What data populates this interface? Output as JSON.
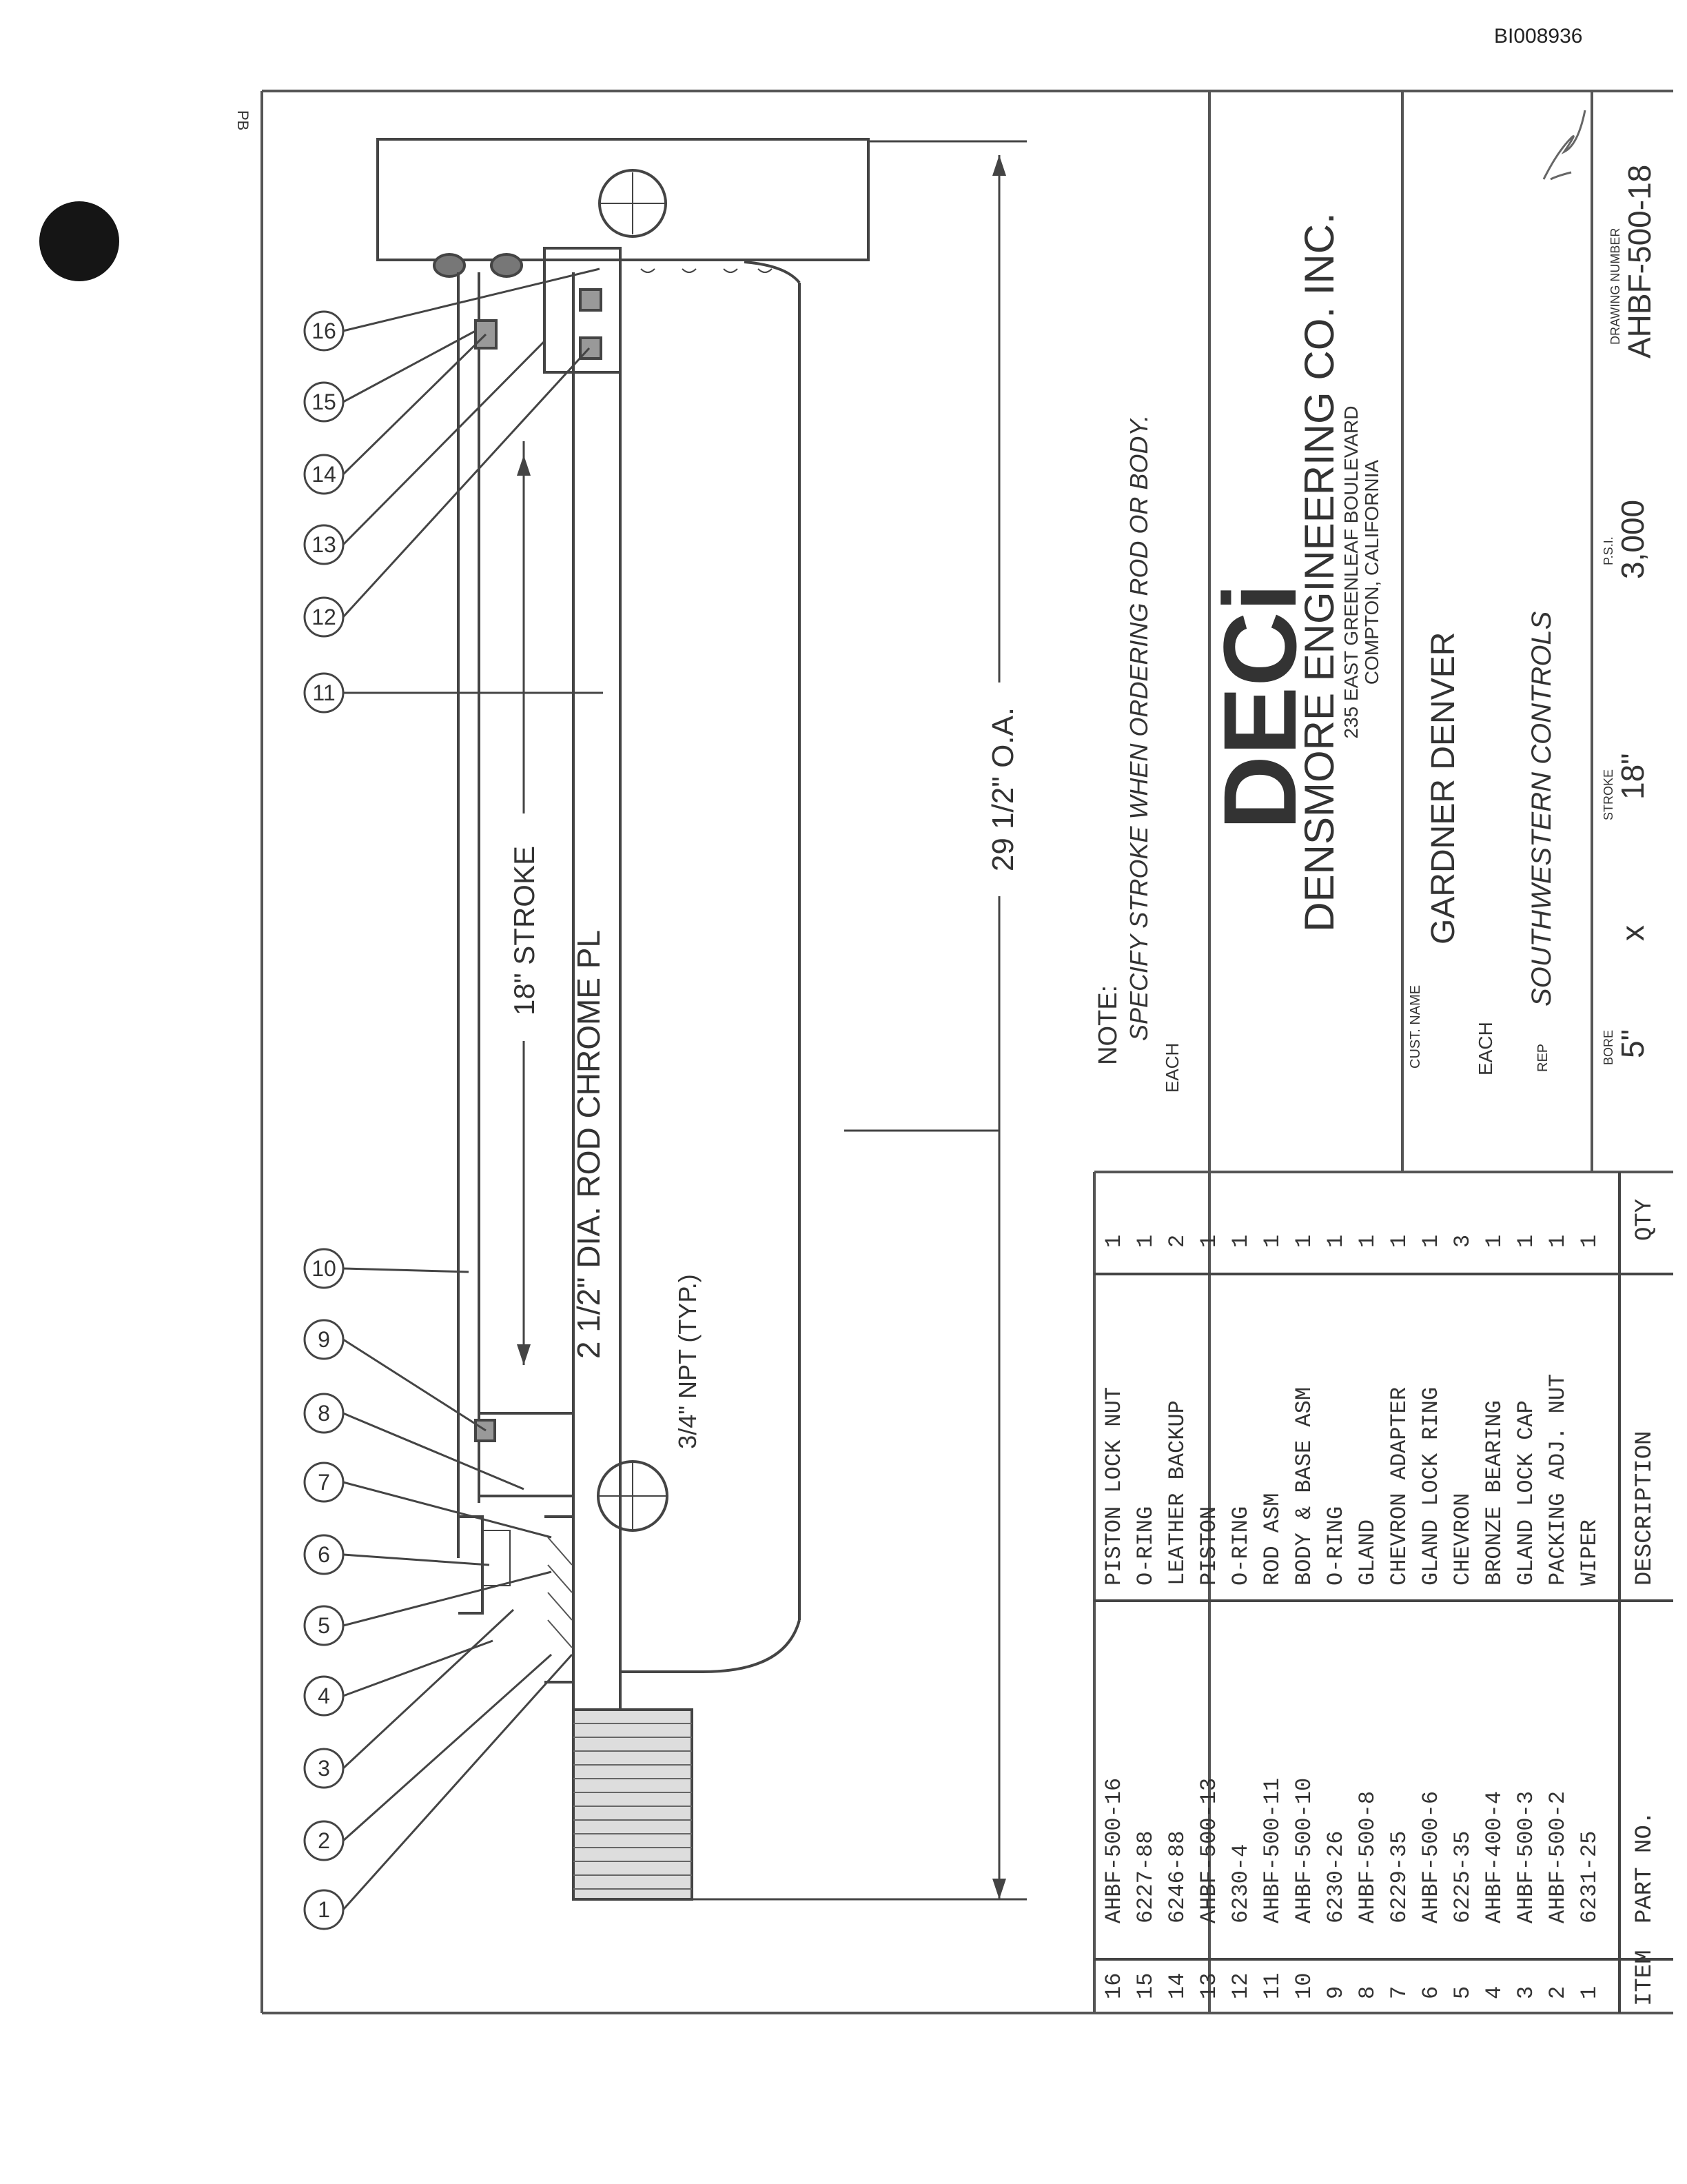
{
  "doc_id": "BI008936",
  "corner_mark": "PB",
  "drawing": {
    "labels": {
      "stroke": "18\" STROKE",
      "rod": "2 1/2\" DIA. ROD   CHROME PL",
      "npt": "3/4\" NPT (TYP.)",
      "overall": "29 1/2\" O.A."
    },
    "balloons": [
      "1",
      "2",
      "3",
      "4",
      "5",
      "6",
      "7",
      "8",
      "9",
      "10",
      "11",
      "12",
      "13",
      "14",
      "15",
      "16"
    ]
  },
  "note": {
    "title": "NOTE:",
    "text": "SPECIFY STROKE WHEN ORDERING ROD OR BODY.",
    "each": "EACH"
  },
  "company": {
    "logo": "DECi",
    "name": "DENSMORE ENGINEERING CO. INC.",
    "address": "235 EAST GREENLEAF BOULEVARD",
    "city": "COMPTON, CALIFORNIA"
  },
  "title_block": {
    "cust_name_label": "CUST. NAME",
    "cust_name": "GARDNER DENVER",
    "each": "EACH",
    "rep_label": "REP",
    "rep": "SOUTHWESTERN CONTROLS",
    "bore_label": "BORE",
    "bore": "5\"",
    "x": "x",
    "stroke_label": "STROKE",
    "stroke": "18\"",
    "psi_label": "P.S.I.",
    "psi": "3,000",
    "drawing_number_label": "DRAWING NUMBER",
    "drawing_number": "AHBF-500-18"
  },
  "parts_table": {
    "headers": {
      "item": "ITEM",
      "part_no": "PART NO.",
      "description": "DESCRIPTION",
      "qty": "QTY"
    },
    "rows": [
      {
        "item": "16",
        "part_no": "AHBF-500-16",
        "description": "PISTON LOCK NUT",
        "qty": "1"
      },
      {
        "item": "15",
        "part_no": "6227-88",
        "description": "O-RING",
        "qty": "1"
      },
      {
        "item": "14",
        "part_no": "6246-88",
        "description": "LEATHER BACKUP",
        "qty": "2"
      },
      {
        "item": "13",
        "part_no": "AHBF-500-13",
        "description": "PISTON",
        "qty": "1"
      },
      {
        "item": "12",
        "part_no": "6230-4",
        "description": "O-RING",
        "qty": "1"
      },
      {
        "item": "11",
        "part_no": "AHBF-500-11",
        "description": "ROD ASM",
        "qty": "1"
      },
      {
        "item": "10",
        "part_no": "AHBF-500-10",
        "description": "BODY & BASE ASM",
        "qty": "1"
      },
      {
        "item": "9",
        "part_no": "6230-26",
        "description": "O-RING",
        "qty": "1"
      },
      {
        "item": "8",
        "part_no": "AHBF-500-8",
        "description": "GLAND",
        "qty": "1"
      },
      {
        "item": "7",
        "part_no": "6229-35",
        "description": "CHEVRON ADAPTER",
        "qty": "1"
      },
      {
        "item": "6",
        "part_no": "AHBF-500-6",
        "description": "GLAND LOCK RING",
        "qty": "1"
      },
      {
        "item": "5",
        "part_no": "6225-35",
        "description": "CHEVRON",
        "qty": "3"
      },
      {
        "item": "4",
        "part_no": "AHBF-400-4",
        "description": "BRONZE BEARING",
        "qty": "1"
      },
      {
        "item": "3",
        "part_no": "AHBF-500-3",
        "description": "GLAND LOCK CAP",
        "qty": "1"
      },
      {
        "item": "2",
        "part_no": "AHBF-500-2",
        "description": "PACKING ADJ. NUT",
        "qty": "1"
      },
      {
        "item": "1",
        "part_no": "6231-25",
        "description": "WIPER",
        "qty": "1"
      }
    ]
  }
}
